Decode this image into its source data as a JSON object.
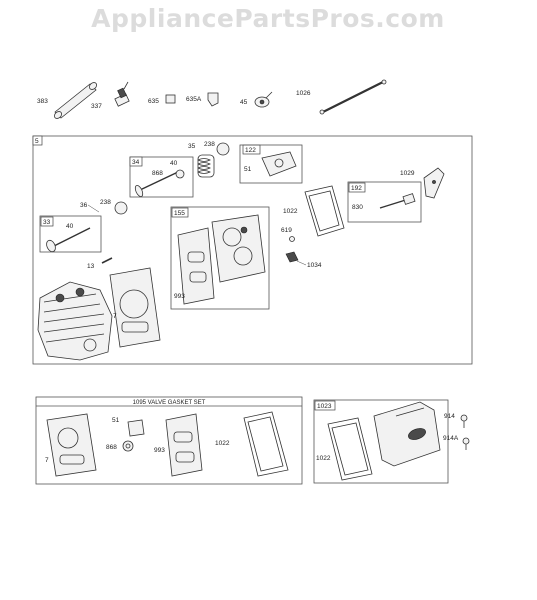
{
  "watermark": "AppliancePartsPros.com",
  "top_parts": [
    "383",
    "337",
    "635",
    "635A",
    "45",
    "1026"
  ],
  "main_box": {
    "tag": "5",
    "labels": {
      "p35": "35",
      "p238a": "238",
      "t122": "122",
      "p51": "51",
      "t34": "34",
      "p868": "868",
      "p40a": "40",
      "p1029": "1029",
      "t192": "192",
      "p830": "830",
      "p36": "36",
      "p238b": "238",
      "t155": "155",
      "p1022": "1022",
      "p619": "619",
      "t33": "33",
      "p40b": "40",
      "p1034": "1034",
      "p13": "13",
      "p993": "993",
      "p7": "7"
    }
  },
  "gasket_set": {
    "title": "1095 VALVE GASKET SET",
    "labels": {
      "p51": "51",
      "p7": "7",
      "p868": "868",
      "p993": "993",
      "p1022": "1022"
    }
  },
  "cover_box": {
    "tag": "1023",
    "labels": {
      "p1022": "1022",
      "p914": "914",
      "p914A": "914A"
    }
  }
}
